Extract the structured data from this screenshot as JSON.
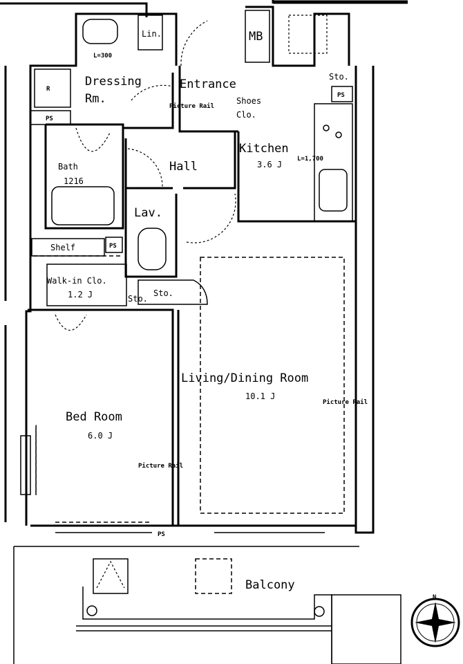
{
  "plan": {
    "rooms": {
      "dressing": "Dressing",
      "dressing2": "Rm.",
      "linen": "Lin.",
      "mb": "MB",
      "entrance": "Entrance",
      "shoes": "Shoes",
      "shoes2": "Clo.",
      "kitchen": "Kitchen",
      "kitchen_size": "3.6 J",
      "hall": "Hall",
      "bath": "Bath",
      "bath_size": "1216",
      "lav": "Lav.",
      "shelf": "Shelf",
      "walkin": "Walk-in Clo.",
      "walkin_size": "1.2 J",
      "living": "Living/Dining Room",
      "living_size": "10.1 J",
      "bedroom": "Bed Room",
      "bedroom_size": "6.0 J",
      "balcony": "Balcony"
    },
    "small_labels": {
      "sto_top": "Sto.",
      "sto_mid1": "Sto.",
      "sto_mid2": "Sto.",
      "ps1": "PS",
      "ps2": "PS",
      "ps3": "PS",
      "ps4": "PS",
      "r": "R",
      "l300": "L=300",
      "l1700": "L=1,700",
      "rail1": "Picture Rail",
      "rail2": "Picture Rail",
      "rail3": "Picture Rail",
      "north": "N"
    }
  }
}
